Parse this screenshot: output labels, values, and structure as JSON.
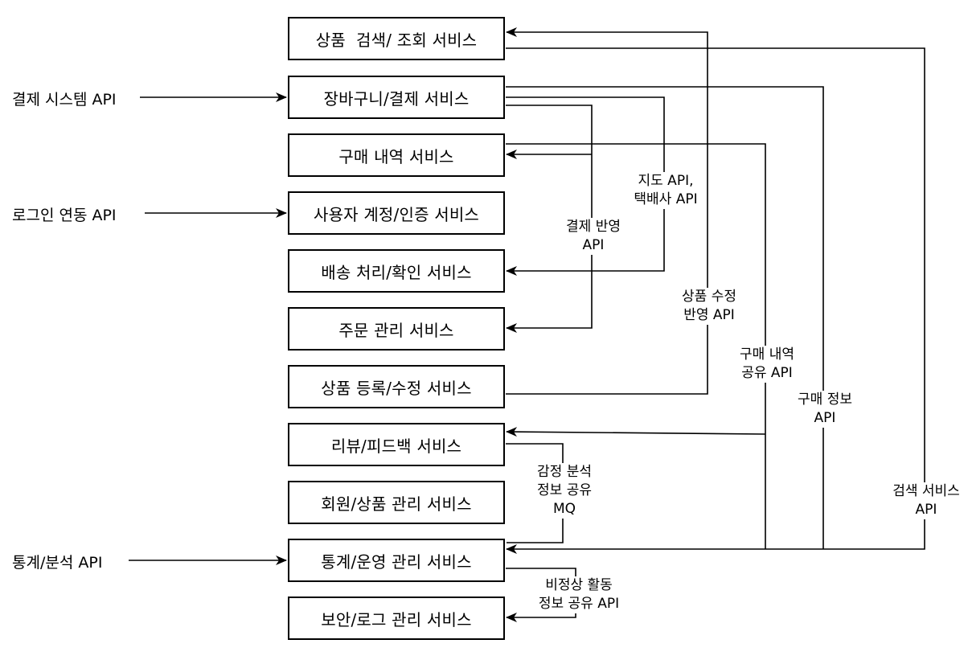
{
  "services": [
    {
      "id": "product_search",
      "label": "상품  검색/ 조회 서비스"
    },
    {
      "id": "cart_payment",
      "label": "장바구니/결제 서비스"
    },
    {
      "id": "purchase_history",
      "label": "구매 내역 서비스"
    },
    {
      "id": "user_account",
      "label": "사용자 계정/인증 서비스"
    },
    {
      "id": "delivery",
      "label": "배송 처리/확인 서비스"
    },
    {
      "id": "order_mgmt",
      "label": "주문 관리 서비스"
    },
    {
      "id": "product_register",
      "label": "상품 등록/수정 서비스"
    },
    {
      "id": "review",
      "label": "리뷰/피드백 서비스"
    },
    {
      "id": "member_product_mgmt",
      "label": "회원/상품 관리 서비스"
    },
    {
      "id": "stats_ops",
      "label": "통계/운영 관리 서비스"
    },
    {
      "id": "security_log",
      "label": "보안/로그 관리 서비스"
    }
  ],
  "external": {
    "payment_api": "결제 시스템 API",
    "login_api": "로그인 연동 API",
    "stats_api": "통계/분석 API"
  },
  "edge_labels": {
    "map_courier": [
      "지도 API,",
      "택배사 API"
    ],
    "payment_reflect": [
      "결제 반영",
      "API"
    ],
    "product_update": [
      "상품 수정",
      "반영 API"
    ],
    "purchase_share": [
      "구매 내역",
      "공유 API"
    ],
    "purchase_info": [
      "구매 정보",
      "API"
    ],
    "sentiment_mq": [
      "감정 분석",
      "정보 공유",
      "MQ"
    ],
    "search_api": [
      "검색 서비스",
      "API"
    ],
    "anomaly_share": [
      "비정상 활동",
      "정보 공유 API"
    ]
  }
}
